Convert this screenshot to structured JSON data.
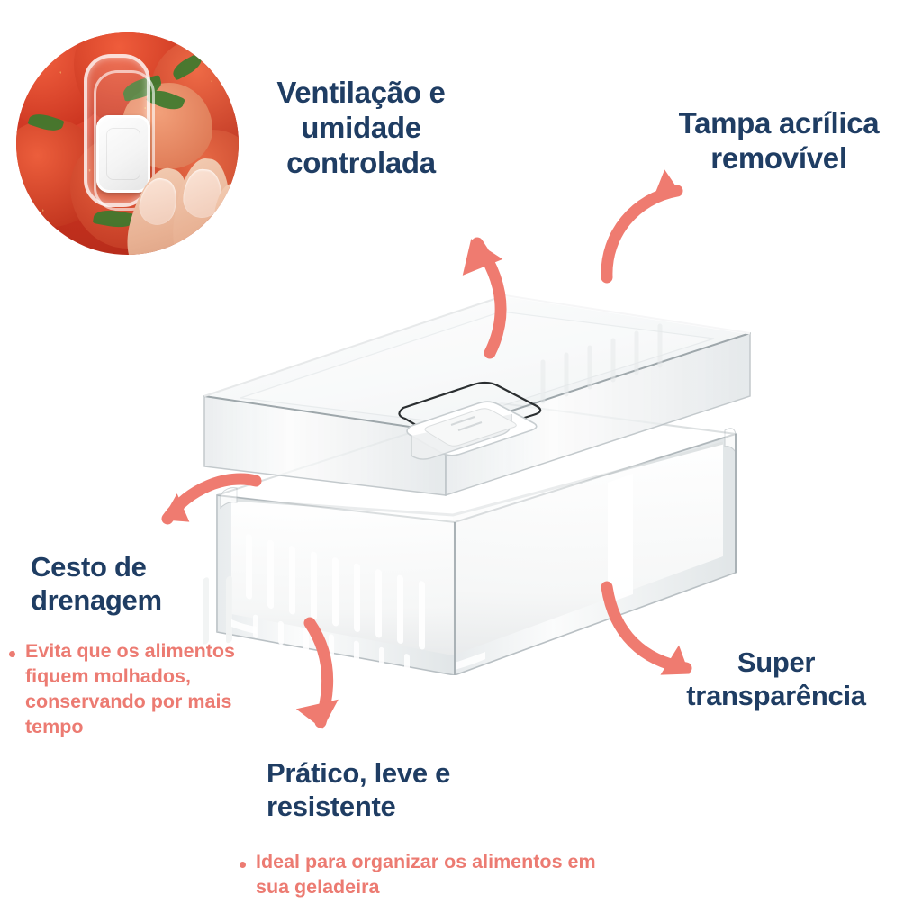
{
  "page": {
    "language": "pt-BR",
    "background_color": "#ffffff",
    "heading_color": "#1f3d63",
    "accent_color": "#ef7b70",
    "bullet_text_color": "#ec7b72"
  },
  "inset": {
    "name": "strawberry-vent-photo",
    "alt": "Mão segurando a ventilação da tampa sobre morangos"
  },
  "product": {
    "name": "organizador-geladeira",
    "alt": "Caixa organizadora transparente com cesto de drenagem branco e tampa acrílica com ventilação"
  },
  "features": [
    {
      "id": "ventilacao",
      "heading": "Ventilação e\numidade\ncontrolada",
      "bullets": []
    },
    {
      "id": "tampa",
      "heading": "Tampa acrílica\nremovível",
      "bullets": []
    },
    {
      "id": "cesto",
      "heading": "Cesto de\ndrenagem",
      "bullets": [
        "Evita que os alimentos fiquem molhados, conservando por mais tempo"
      ]
    },
    {
      "id": "pratico",
      "heading": "Prático, leve e\nresistente",
      "bullets": [
        "Ideal para organizar os alimentos em sua geladeira"
      ]
    },
    {
      "id": "transparencia",
      "heading": "Super\ntransparência",
      "bullets": []
    }
  ],
  "arrows": [
    {
      "id": "arrow-to-ventilacao",
      "points_to": "ventilacao",
      "direction": "up-left"
    },
    {
      "id": "arrow-to-tampa",
      "points_to": "tampa",
      "direction": "up-right"
    },
    {
      "id": "arrow-to-cesto",
      "points_to": "cesto",
      "direction": "down-left"
    },
    {
      "id": "arrow-to-pratico",
      "points_to": "pratico",
      "direction": "down"
    },
    {
      "id": "arrow-to-transparencia",
      "points_to": "transparencia",
      "direction": "down-right"
    }
  ]
}
